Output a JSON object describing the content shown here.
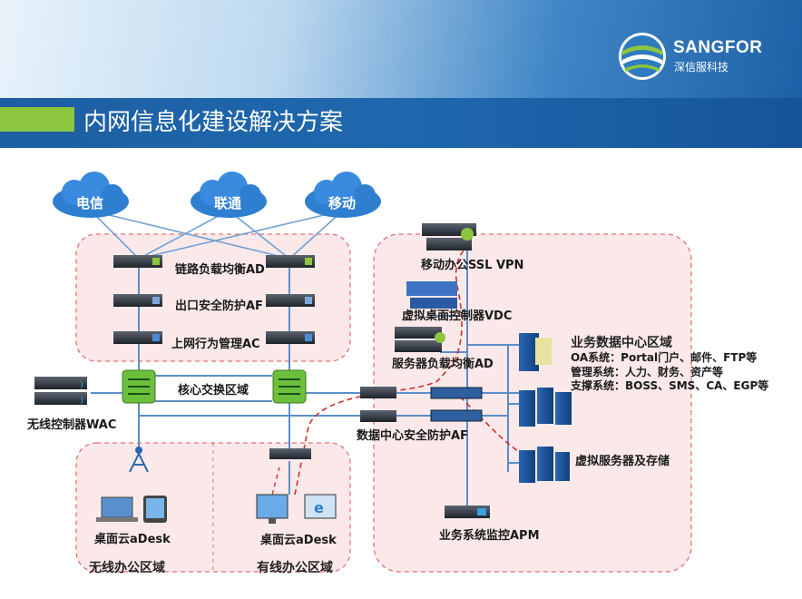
{
  "header": {
    "title": "内网信息化建设解决方案",
    "logo": {
      "name": "SANGFOR",
      "cn": "深信服科技"
    }
  },
  "clouds": [
    "电信",
    "联通",
    "移动"
  ],
  "left_zone": {
    "devices": [
      "链路负载均衡AD",
      "出口安全防护AF",
      "上网行为管理AC"
    ],
    "core": "核心交换区域",
    "wac": "无线控制器WAC"
  },
  "right_zone": {
    "ssl_vpn": "移动办公SSL VPN",
    "vdc": "虚拟桌面控制器VDC",
    "server_ad": "服务器负载均衡AD",
    "dc_af": "数据中心安全防护AF",
    "apm": "业务系统监控APM",
    "biz_title": "业务数据中心区域",
    "biz_lines": [
      "OA系统：Portal门户、邮件、FTP等",
      "管理系统：人力、财务、资产等",
      "支撑系统：BOSS、SMS、CA、EGP等"
    ],
    "virtual_storage": "虚拟服务器及存储"
  },
  "bottom_left": {
    "adesk": "桌面云aDesk",
    "zone": "无线办公区域"
  },
  "bottom_mid": {
    "adesk": "桌面云aDesk",
    "zone": "有线办公区域"
  },
  "colors": {
    "header_blue": "#1d5fa3",
    "accent_green": "#8cc63f",
    "zone_fill": "#fbe9e9",
    "zone_border": "#e57373",
    "line_blue": "#5b8ec9",
    "vpn_red": "#d32f2f",
    "cloud_blue": "#2f7fd1"
  }
}
